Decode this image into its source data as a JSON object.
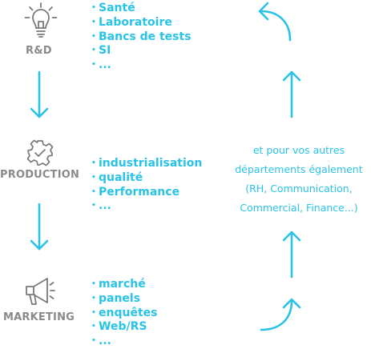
{
  "stages": [
    {
      "label": "R&D",
      "icon": "lightbulb-icon",
      "items": [
        "Santé",
        "Laboratoire",
        "Bancs de tests",
        "SI",
        "..."
      ]
    },
    {
      "label": "PRODUCTION",
      "icon": "gear-icon",
      "items": [
        "industrialisation",
        "qualité",
        "Performance",
        "..."
      ]
    },
    {
      "label": "MARKETING",
      "icon": "megaphone-icon",
      "items": [
        "marché",
        "panels",
        "enquêtes",
        "Web/RS",
        "..."
      ]
    }
  ],
  "right_text": {
    "line1": "et pour vos autres",
    "line2": "départements également",
    "line3": "(RH, Communication,",
    "line4": "Commercial, Finance...)"
  },
  "colors": {
    "accent": "#29c3e8",
    "label_gray": "#8a8a8a",
    "icon_gray": "#7a7a7a"
  }
}
